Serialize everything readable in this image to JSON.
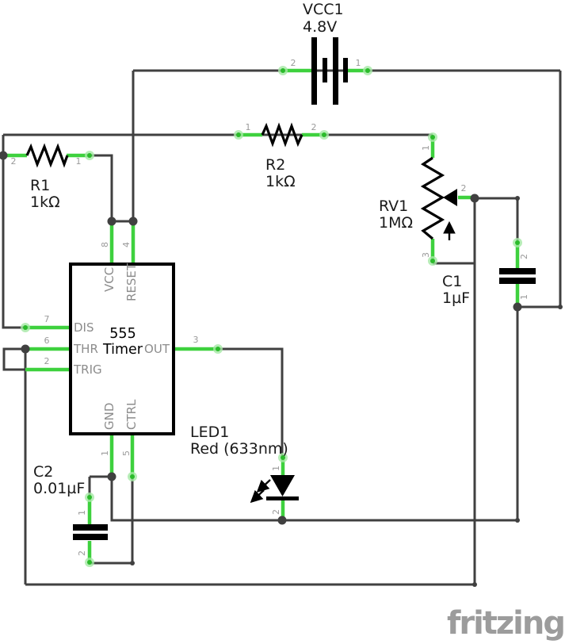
{
  "colors": {
    "wire": "#404040",
    "pin": "#3ed13e",
    "pin-glow": "#a5e8a5",
    "pin-core": "#2bbb2b",
    "symbol": "#000000",
    "label": "#1a1a1a",
    "ic-pin": "#8c8c8c",
    "pin-num": "#9a9a9a",
    "logo": "#9c9c9c"
  },
  "watermark": "fritzing",
  "components": {
    "vcc1": {
      "designator": "VCC1",
      "value": "4.8V",
      "pin1": "1",
      "pin2": "2"
    },
    "r1": {
      "designator": "R1",
      "value": "1kΩ",
      "pin1": "1",
      "pin2": "2"
    },
    "r2": {
      "designator": "R2",
      "value": "1kΩ",
      "pin1": "1",
      "pin2": "2"
    },
    "rv1": {
      "designator": "RV1",
      "value": "1MΩ",
      "pin1": "1",
      "pin2": "2",
      "pin3": "3"
    },
    "c1": {
      "designator": "C1",
      "value": "1µF",
      "pin1": "1",
      "pin2": "2"
    },
    "c2": {
      "designator": "C2",
      "value": "0.01µF",
      "pin1": "1",
      "pin2": "2"
    },
    "led1": {
      "designator": "LED1",
      "value": "Red (633nm)",
      "pin1": "1",
      "pin2": "2"
    },
    "ic1": {
      "title1": "555",
      "title2": "Timer",
      "pins": {
        "vcc": {
          "name": "VCC",
          "num": "8"
        },
        "reset": {
          "name": "RESET",
          "num": "4"
        },
        "dis": {
          "name": "DIS",
          "num": "7"
        },
        "thr": {
          "name": "THR",
          "num": "6"
        },
        "trig": {
          "name": "TRIG",
          "num": "2"
        },
        "out": {
          "name": "OUT",
          "num": "3"
        },
        "gnd": {
          "name": "GND",
          "num": "1"
        },
        "ctrl": {
          "name": "CTRL",
          "num": "5"
        }
      }
    }
  }
}
